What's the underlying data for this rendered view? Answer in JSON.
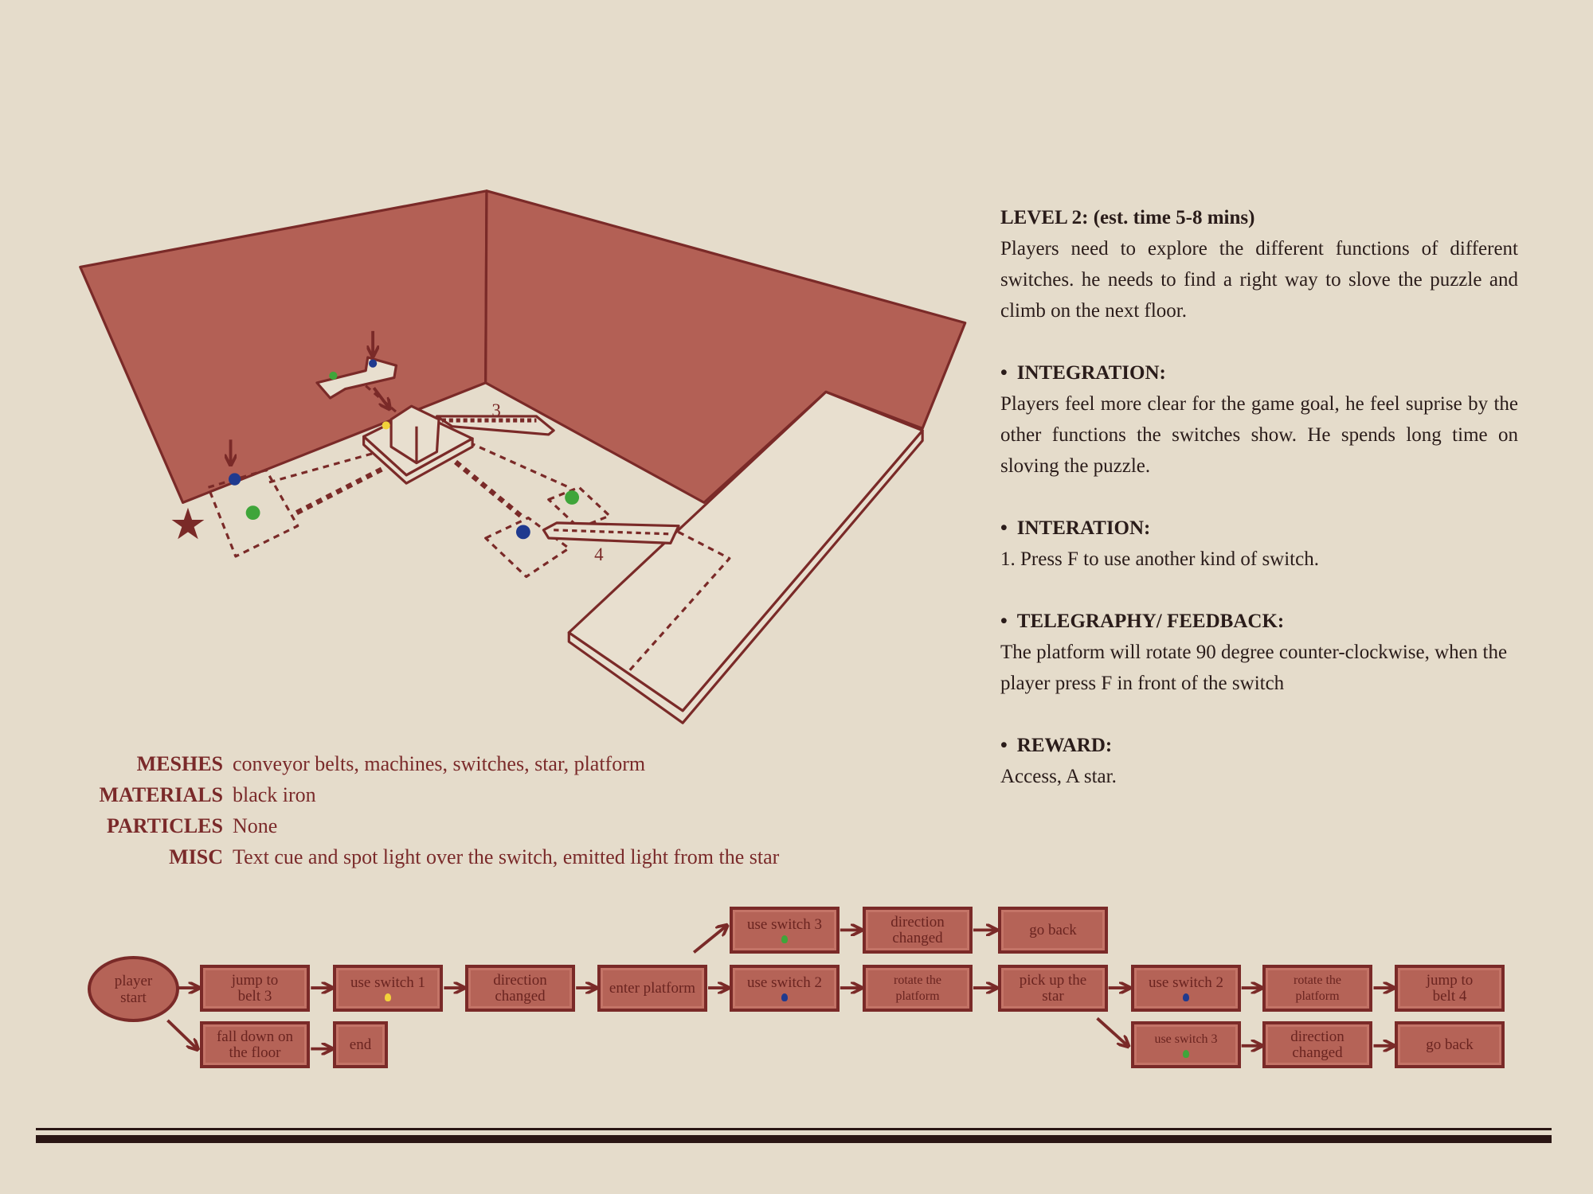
{
  "colors": {
    "background": "#e5dccb",
    "wall": "#b36055",
    "stroke": "#7a2a28",
    "switch_yellow": "#f2d23a",
    "switch_green": "#3fa53a",
    "switch_blue": "#1f3a8f"
  },
  "map": {
    "belt3_label": "3",
    "belt4_label": "4"
  },
  "description": {
    "title": "LEVEL 2: (est. time 5-8 mins)",
    "intro": "Players need to explore the different functions of different switches. he needs to find a right way to slove the puzzle and climb on the next floor.",
    "sections": [
      {
        "heading": "INTEGRATION:",
        "body": "Players feel more clear for the game goal, he feel suprise by the other functions the switches show. He spends long time on sloving the puzzle."
      },
      {
        "heading": "INTERATION:",
        "body": "1. Press F to use another kind of switch."
      },
      {
        "heading": "TELEGRAPHY/ FEEDBACK:",
        "body": "The platform will rotate 90 degree counter-clockwise, when the player press F in front of the switch"
      },
      {
        "heading": "REWARD:",
        "body": "Access, A star."
      }
    ]
  },
  "assets": [
    {
      "key": "MESHES",
      "value": "conveyor belts, machines, switches, star, platform"
    },
    {
      "key": "MATERIALS",
      "value": "black iron"
    },
    {
      "key": "PARTICLES",
      "value": "None"
    },
    {
      "key": "MISC",
      "value": "Text cue and spot light over the switch, emitted light from the star"
    }
  ],
  "flow": {
    "start": "player\nstart",
    "jump_belt3": "jump to\nbelt 3",
    "use_switch1": "use switch 1",
    "direction_changed_1": "direction\nchanged",
    "enter_platform": "enter platform",
    "use_switch3_top": "use switch 3",
    "direction_changed_top": "direction\nchanged",
    "go_back_top": "go back",
    "use_switch2": "use switch 2",
    "rotate_platform_1": "rotate the\nplatform",
    "pick_up_star": "pick up the\nstar",
    "use_switch2_b": "use switch 2",
    "rotate_platform_2": "rotate the\nplatform",
    "jump_belt4": "jump to\nbelt 4",
    "use_switch3_b": "use switch 3",
    "direction_changed_b": "direction\nchanged",
    "go_back_b": "go back",
    "fall_down": "fall down on\nthe floor",
    "end": "end"
  }
}
